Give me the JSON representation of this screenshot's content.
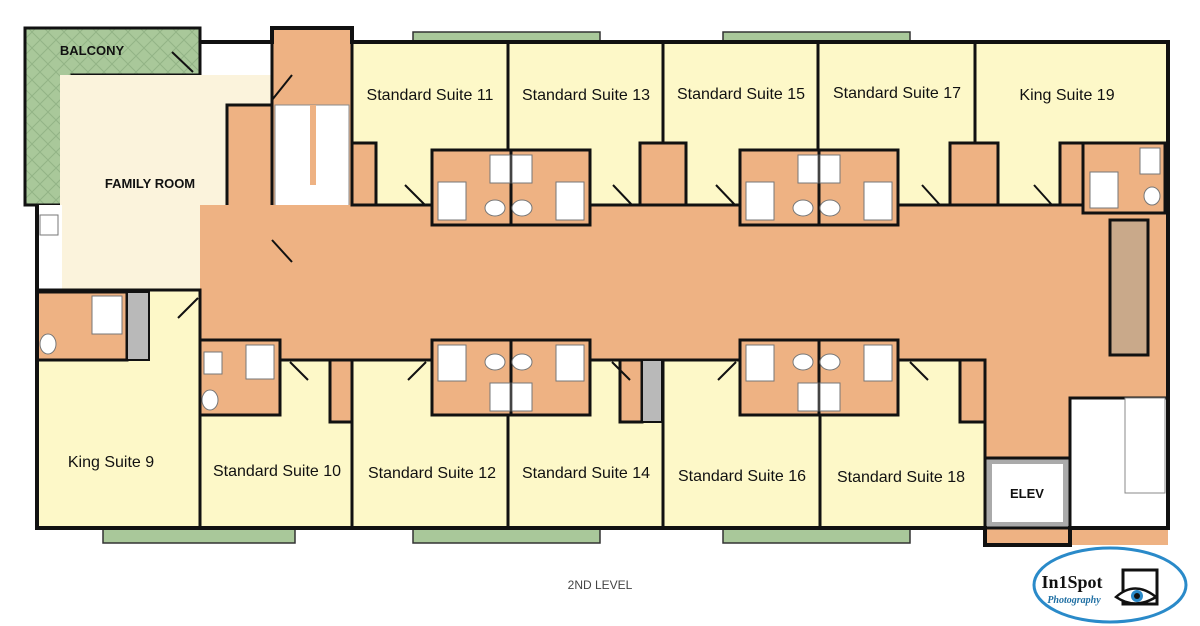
{
  "plan": {
    "level_label": "2ND LEVEL",
    "rooms": {
      "balcony": "BALCONY",
      "family_room": "FAMILY ROOM",
      "elevator": "ELEV",
      "suites_top": [
        "Standard Suite 11",
        "Standard Suite 13",
        "Standard Suite 15",
        "Standard Suite 17",
        "King Suite 19"
      ],
      "suites_bottom": [
        "King Suite 9",
        "Standard Suite 10",
        "Standard Suite 12",
        "Standard Suite 14",
        "Standard Suite 16",
        "Standard Suite 18"
      ]
    },
    "colors": {
      "suite": "#fdf8c8",
      "corridor": "#eeb283",
      "family_room": "#fbf3dc",
      "balcony": "#a9c89a",
      "wall": "#111111",
      "closet_grey": "#b9b9b9",
      "tan_strip": "#c9a98a"
    }
  },
  "logo": {
    "brand": "In1Spot",
    "subtitle": "Photography"
  }
}
